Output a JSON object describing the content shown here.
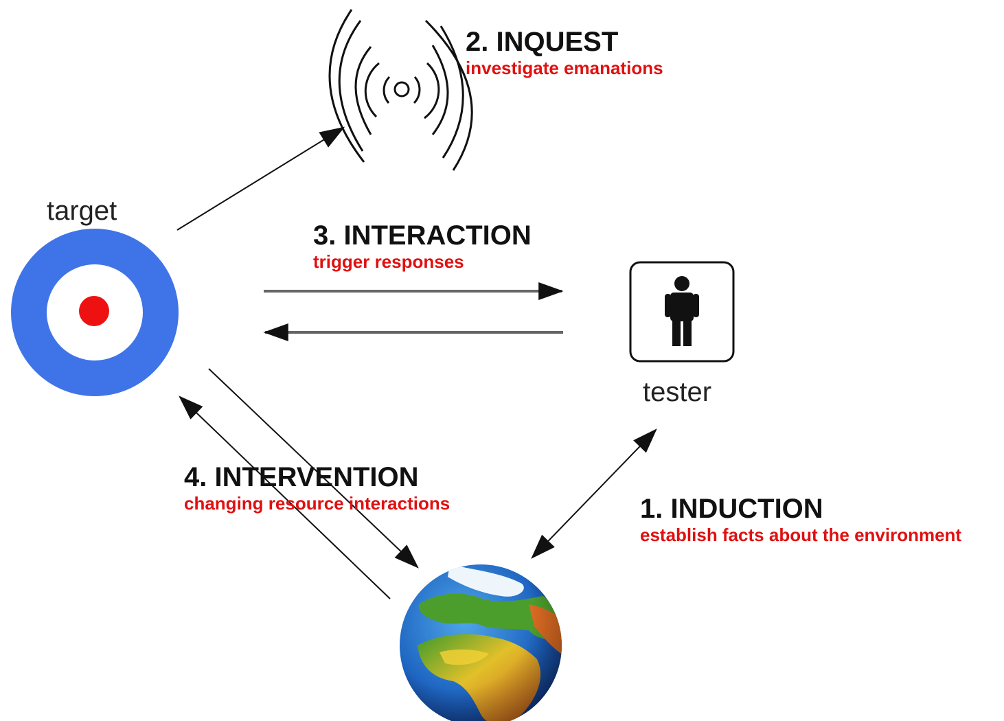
{
  "colors": {
    "target_ring": "#3f74e8",
    "target_center": "#ee1111",
    "desc_text": "#e01010",
    "title_text": "#111111",
    "arrow": "#222222"
  },
  "nodes": {
    "target": {
      "label": "target",
      "icon": "bullseye-icon"
    },
    "tester": {
      "label": "tester",
      "icon": "person-icon"
    },
    "emanation": {
      "icon": "emanation-waves-icon"
    },
    "environment": {
      "icon": "earth-globe-icon"
    }
  },
  "steps": {
    "induction": {
      "title": "1. INDUCTION",
      "desc": "establish facts about the environment"
    },
    "inquest": {
      "title": "2. INQUEST",
      "desc": "investigate emanations"
    },
    "interaction": {
      "title": "3. INTERACTION",
      "desc": "trigger responses"
    },
    "intervention": {
      "title": "4. INTERVENTION",
      "desc": "changing resource interactions"
    }
  }
}
